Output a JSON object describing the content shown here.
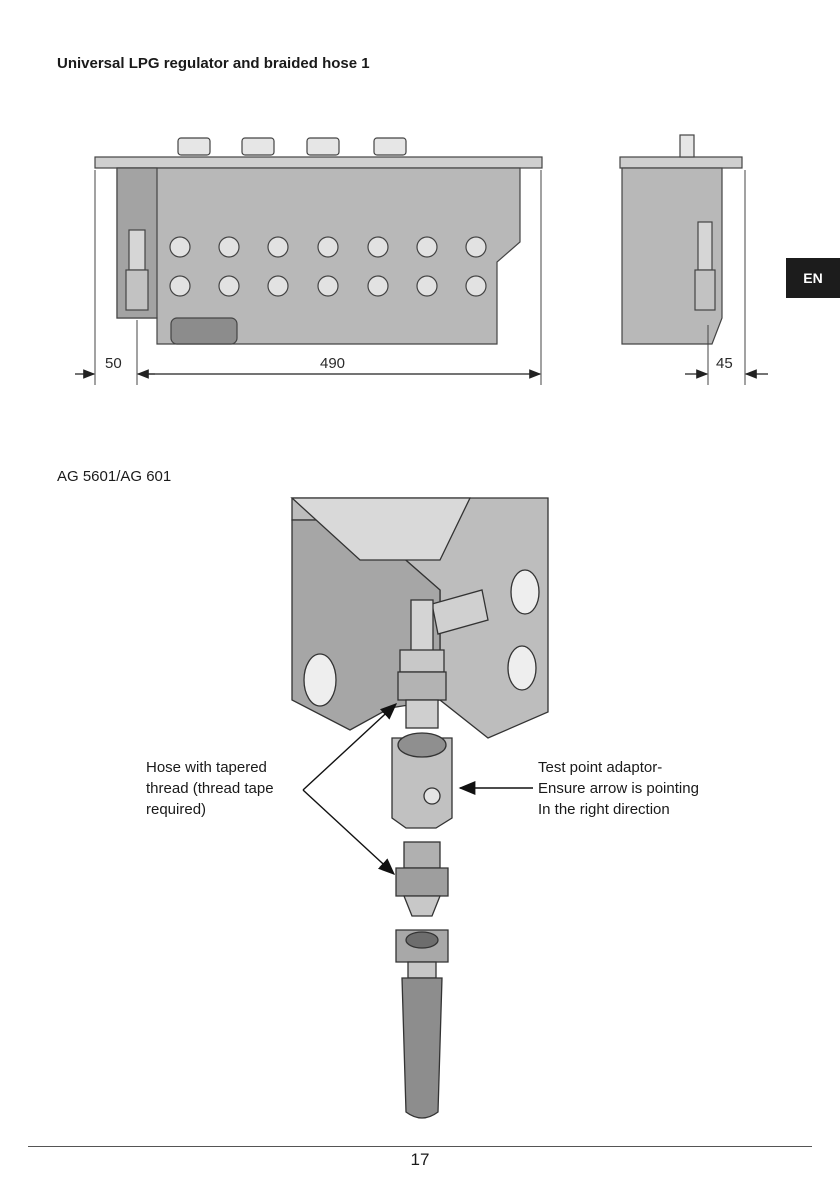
{
  "header": {
    "title": "Universal LPG regulator and braided hose 1"
  },
  "tab": {
    "label": "EN"
  },
  "dimensions": {
    "left": "50",
    "width": "490",
    "right": "45"
  },
  "figure2": {
    "subtitle": "AG 5601/AG 601"
  },
  "callouts": {
    "hose": "Hose with tapered\nthread (thread tape\nrequired)",
    "test_point": "Test point adaptor-\nEnsure arrow is pointing\nIn the right direction"
  },
  "footer": {
    "page_number": "17"
  }
}
